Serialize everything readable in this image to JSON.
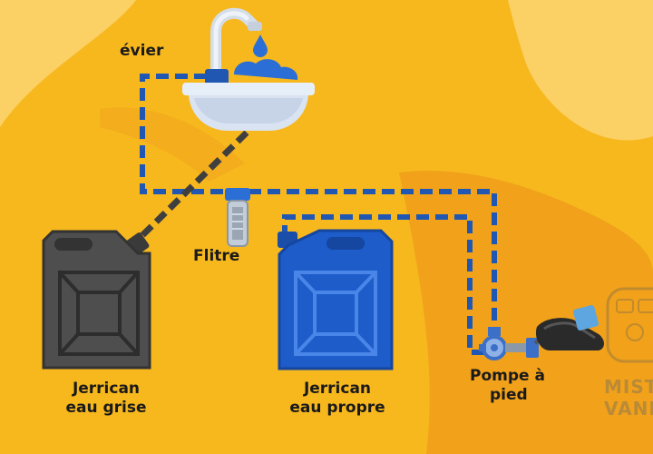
{
  "labels": {
    "sink": "évier",
    "filter": "Flitre",
    "grey_jerrican_line1": "Jerrican",
    "grey_jerrican_line2": "eau grise",
    "clean_jerrican_line1": "Jerrican",
    "clean_jerrican_line2": "eau propre",
    "pump_line1": "Pompe à",
    "pump_line2": "pied"
  },
  "watermark": {
    "line1": "MIST",
    "line2": "VANL"
  },
  "colors": {
    "background": "#f7b81e",
    "background_dark": "#f1a11a",
    "background_light": "#fbd064",
    "clean_water_pipe": "#1f57b3",
    "grey_water_pipe": "#3f3f3f",
    "grey_jerrican": "#4e4e4e",
    "clean_jerrican": "#1d5cc9",
    "sink": "#dfe8f5",
    "label_text": "#1a1a1a"
  },
  "icons": [
    "faucet-icon",
    "sink-icon",
    "water-drop-icon",
    "filter-icon",
    "jerrican-icon",
    "foot-pump-icon",
    "shoe-icon",
    "van-logo-icon"
  ]
}
